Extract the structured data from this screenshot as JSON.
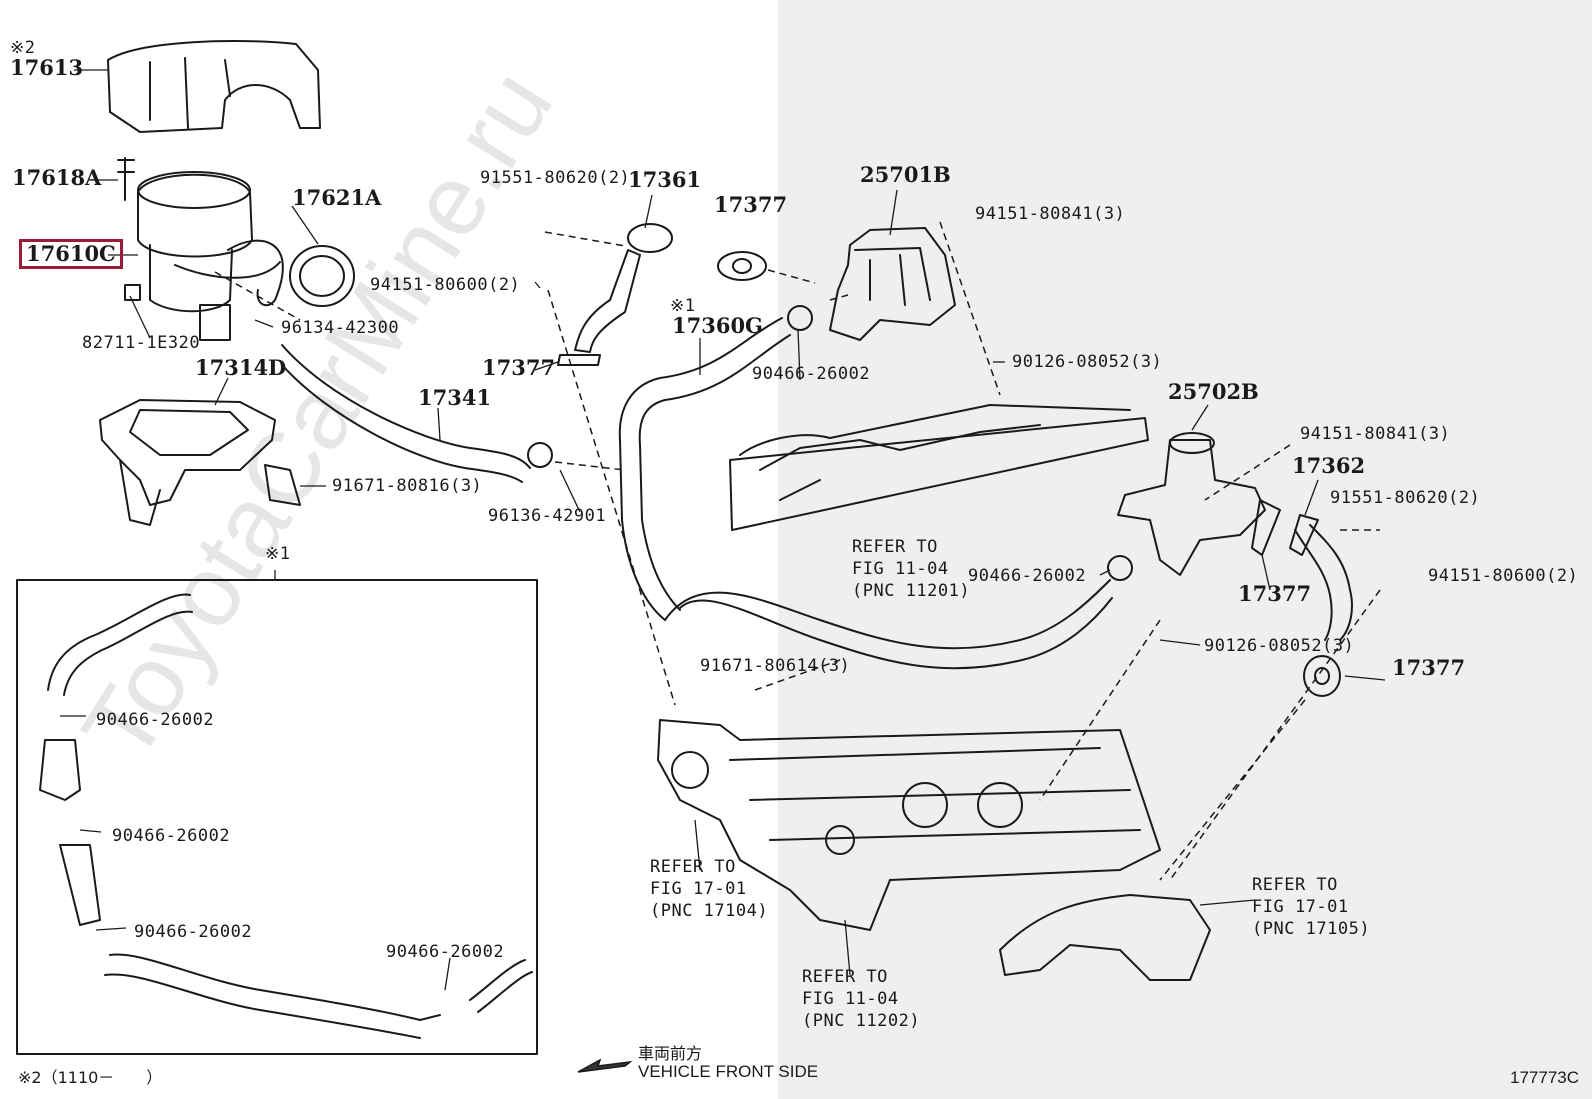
{
  "watermark": "ToyotaCarMine.ru",
  "figure_id": "177773C",
  "legend": {
    "note": "※2（1110－　　）",
    "direction_jp": "車両前方",
    "direction_en": "VEHICLE FRONT SIDE"
  },
  "parts": {
    "p17613": "17613",
    "p17613_mark": "※2",
    "p17618A": "17618A",
    "p17610C": "17610C",
    "p17621A": "17621A",
    "p82711": "82711-1E320",
    "p96134": "96134-42300",
    "p17314D": "17314D",
    "p17341": "17341",
    "p91671_816": "91671-80816(3)",
    "p96136": "96136-42901",
    "p91551_top": "91551-80620(2)",
    "p17361": "17361",
    "p94151_600_top": "94151-80600(2)",
    "p17377_a": "17377",
    "p17377_b": "17377",
    "p17377_c": "17377",
    "p17377_d": "17377",
    "p17360G_mark": "※1",
    "p17360G": "17360G",
    "p90466_mid": "90466-26002",
    "p25701B": "25701B",
    "p94151_841_top": "94151-80841(3)",
    "p90126_top": "90126-08052(3)",
    "p25702B": "25702B",
    "p94151_841_r": "94151-80841(3)",
    "p17362": "17362",
    "p91551_r": "91551-80620(2)",
    "p94151_600_r": "94151-80600(2)",
    "p90466_r": "90466-26002",
    "p90126_r": "90126-08052(3)",
    "p91671_614": "91671-80614(3)",
    "box_mark": "※1",
    "box_90466_1": "90466-26002",
    "box_90466_2": "90466-26002",
    "box_90466_3": "90466-26002",
    "box_90466_4": "90466-26002"
  },
  "refs": {
    "r11201": "REFER TO\nFIG 11-04\n(PNC 11201)",
    "r17104": "REFER TO\nFIG 17-01\n(PNC 17104)",
    "r11202": "REFER TO\nFIG 11-04\n(PNC 11202)",
    "r17105": "REFER TO\nFIG 17-01\n(PNC 17105)"
  }
}
